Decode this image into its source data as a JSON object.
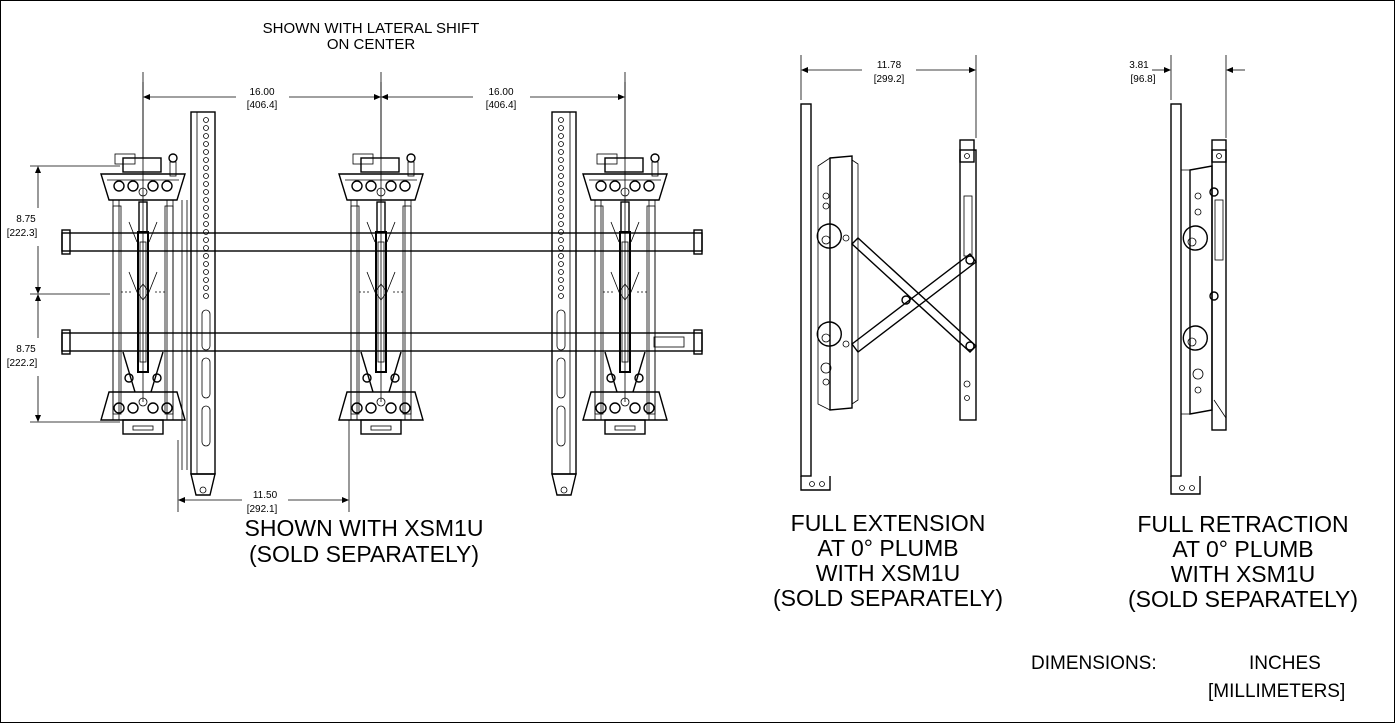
{
  "header": {
    "line1": "SHOWN WITH LATERAL SHIFT",
    "line2": "ON CENTER"
  },
  "dimensions": {
    "left_spacing": {
      "in": "16.00",
      "mm": "[406.4]"
    },
    "right_spacing": {
      "in": "16.00",
      "mm": "[406.4]"
    },
    "upper_height": {
      "in": "8.75",
      "mm": "[222.3]"
    },
    "lower_height": {
      "in": "8.75",
      "mm": "[222.2]"
    },
    "bottom_offset": {
      "in": "11.50",
      "mm": "[292.1]"
    },
    "extension_depth": {
      "in": "11.78",
      "mm": "[299.2]"
    },
    "retraction_depth": {
      "in": "3.81",
      "mm": "[96.8]"
    }
  },
  "captions": {
    "front": [
      "SHOWN WITH XSM1U",
      "(SOLD SEPARATELY)"
    ],
    "extension": [
      "FULL EXTENSION",
      "AT 0° PLUMB",
      "WITH XSM1U",
      "(SOLD SEPARATELY)"
    ],
    "retraction": [
      "FULL RETRACTION",
      "AT 0° PLUMB",
      "WITH XSM1U",
      "(SOLD SEPARATELY)"
    ]
  },
  "units": {
    "label": "DIMENSIONS:",
    "primary": "INCHES",
    "secondary": "[MILLIMETERS]"
  }
}
